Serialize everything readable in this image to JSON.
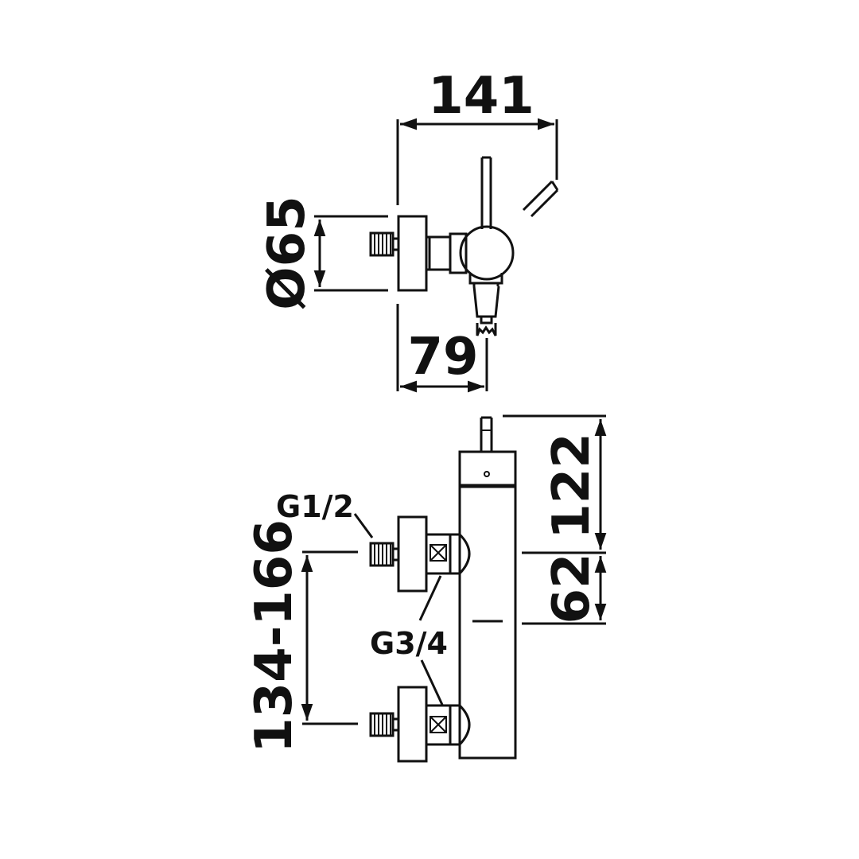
{
  "title": "Technical drawing of wall-mounted mixer valve",
  "dimensions": {
    "total_depth": "141",
    "diameter": "Ø65",
    "body_depth": "79",
    "spout_height": "122",
    "inlet_offset": "62",
    "inlet_spacing": "134-166"
  },
  "threads": {
    "inlet": "G1/2",
    "outlet": "G3/4"
  },
  "colors": {
    "line": "#111111",
    "background": "#ffffff"
  }
}
